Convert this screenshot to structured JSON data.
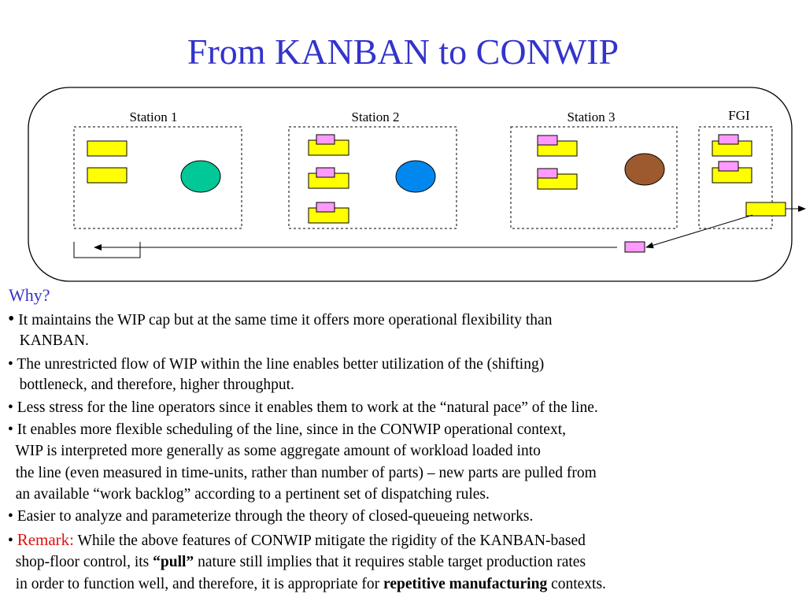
{
  "slide": {
    "title": "From KANBAN to CONWIP",
    "colors": {
      "title": "#3333cc",
      "card": "#ffff00",
      "kanban_tag": "#ff99ff",
      "machine_station1": "#00c896",
      "machine_station2": "#0088ee",
      "machine_station3": "#9c5a2e",
      "remark": "#e01010"
    }
  },
  "diagram": {
    "stations": [
      {
        "label": "Station 1",
        "card_count": 2,
        "tagged": false
      },
      {
        "label": "Station 2",
        "card_count": 3,
        "tagged": true
      },
      {
        "label": "Station 3",
        "card_count": 2,
        "tagged": true
      },
      {
        "label": "FGI",
        "card_count": 2,
        "tagged": true
      }
    ]
  },
  "text": {
    "why": "Why?",
    "bullet": "•",
    "b1_l1": "It maintains the WIP cap but at the same time it offers more operational flexibility than",
    "b1_l2": "   KANBAN.",
    "b2_l1": "The unrestricted flow of WIP within the line enables better utilization of the (shifting)",
    "b2_l2": "   bottleneck, and therefore, higher throughput.",
    "b3_l1": "Less stress for the line operators since it enables them to work at the “natural pace” of the line.",
    "b4_l1": "It enables more flexible scheduling of the line, since in the CONWIP operational context,",
    "b4_l2": "  WIP is interpreted more generally as some aggregate amount of workload loaded into",
    "b4_l3": "  the line (even measured in time-units, rather than number of parts) – new parts are pulled from",
    "b4_l4": "  an available “work backlog” according to a pertinent set of dispatching rules.",
    "b5_l1": "Easier to analyze and parameterize through the theory of closed-queueing networks.",
    "b6_remark": "Remark:",
    "b6_l1": " While the above features of CONWIP mitigate the rigidity of the KANBAN-based",
    "b6_l2a": "  shop-floor control, its ",
    "b6_pull": "“pull”",
    "b6_l2b": " nature still implies that it requires stable target production rates",
    "b6_l3a": "  in order to function well, and therefore, it is appropriate for ",
    "b6_repetitive": "repetitive manufacturing",
    "b6_l3b": " contexts."
  }
}
